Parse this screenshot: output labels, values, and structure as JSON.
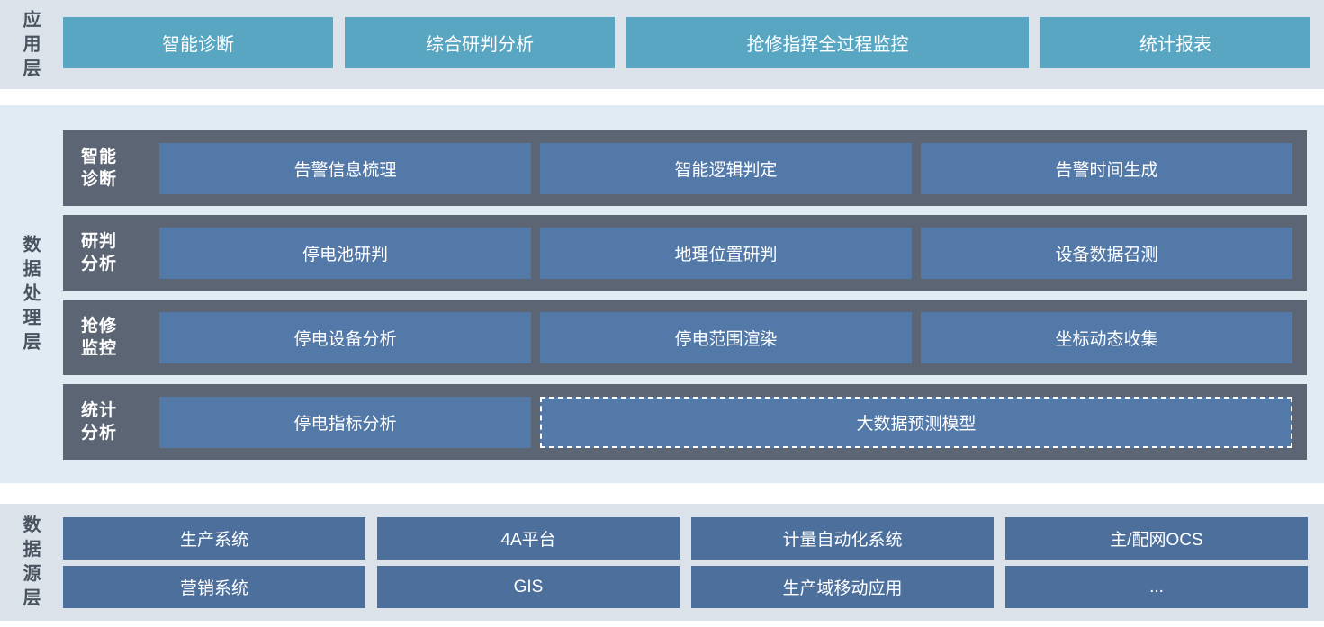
{
  "colors": {
    "band_light_gray": "#dbe2ea",
    "band_light_blue": "#e0ebf3",
    "app_button_teal": "#58a6c2",
    "row_dark_slate": "#5b6574",
    "process_box_blue": "#5379a8",
    "source_box_blue": "#4c6f9c",
    "label_dark": "#49525f",
    "text_white": "#ffffff"
  },
  "application_layer": {
    "label": "应\n用\n层",
    "buttons": [
      "智能诊断",
      "综合研判分析",
      "抢修指挥全过程监控",
      "统计报表"
    ]
  },
  "processing_layer": {
    "label": "数\n据\n处\n理\n层",
    "rows": [
      {
        "label": "智能\n诊断",
        "boxes": [
          "告警信息梳理",
          "智能逻辑判定",
          "告警时间生成"
        ]
      },
      {
        "label": "研判\n分析",
        "boxes": [
          "停电池研判",
          "地理位置研判",
          "设备数据召测"
        ]
      },
      {
        "label": "抢修\n监控",
        "boxes": [
          "停电设备分析",
          "停电范围渲染",
          "坐标动态收集"
        ]
      },
      {
        "label": "统计\n分析",
        "boxes": [
          "停电指标分析",
          "大数据预测模型"
        ],
        "dashed_box": "大数据预测模型"
      }
    ]
  },
  "source_layer": {
    "label": "数\n据\n源\n层",
    "rows": [
      [
        "生产系统",
        "4A平台",
        "计量自动化系统",
        "主/配网OCS"
      ],
      [
        "营销系统",
        "GIS",
        "生产域移动应用",
        "..."
      ]
    ]
  }
}
